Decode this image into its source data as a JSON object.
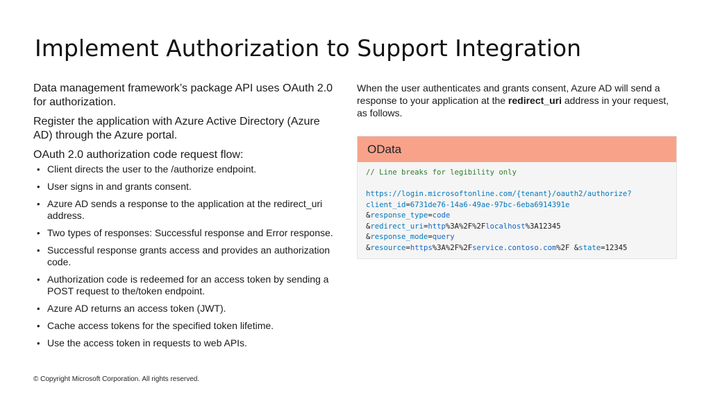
{
  "slide": {
    "title": "Implement Authorization to Support Integration",
    "left": {
      "paragraph1": "Data management framework’s package API uses OAuth 2.0 for authorization.",
      "paragraph2": "Register the application with Azure Active Directory (Azure AD) through the Azure portal.",
      "flow_heading": "OAuth 2.0 authorization code request flow:",
      "bullets": [
        "Client directs the user to the /authorize endpoint.",
        "User signs in and grants consent.",
        "Azure AD sends a response to the application at the redirect_uri address.",
        "Two types of responses: Successful response and Error response.",
        "Successful response grants access and provides an authorization code.",
        "Authorization code is redeemed for an access token by sending a POST request to the/token endpoint.",
        "Azure AD returns an access token (JWT).",
        "Cache access tokens for the specified token lifetime.",
        "Use the access token in requests to web APIs."
      ]
    },
    "right": {
      "text_before": "When the user authenticates and grants consent, Azure AD will send a response to your application at the ",
      "text_bold": "redirect_uri",
      "text_after": " address in your request, as follows.",
      "code_header": "OData",
      "code": {
        "comment": "// Line breaks for legibility only",
        "url": "https://login.microsoftonline.com/{tenant}/oauth2/authorize?",
        "line1_key": "client_id",
        "line1_eq": "=",
        "line1_val": "6731de76-14a6-49ae-97bc-6eba6914391e",
        "line2_amp": "&",
        "line2_key": "response_type",
        "line2_eq": "=",
        "line2_val": "code",
        "line3_amp": "&",
        "line3_key": "redirect_uri",
        "line3_eq": "=",
        "line3_p1": "http",
        "line3_p2": "%3A%2F%2F",
        "line3_p3": "localhost",
        "line3_p4": "%3A12345",
        "line4_amp": "&",
        "line4_key": "response_mode",
        "line4_eq": "=",
        "line4_val": "query",
        "line5_amp": "&",
        "line5_key": "resource",
        "line5_eq": "=",
        "line5_p1": "https",
        "line5_p2": "%3A%2F%2F",
        "line5_p3": "service.contoso.com",
        "line5_p4": "%2F",
        "line5_sep": " &",
        "line5_key2": "state",
        "line5_eq2": "=",
        "line5_val2": "12345"
      }
    },
    "footer": "© Copyright Microsoft Corporation. All rights reserved."
  }
}
